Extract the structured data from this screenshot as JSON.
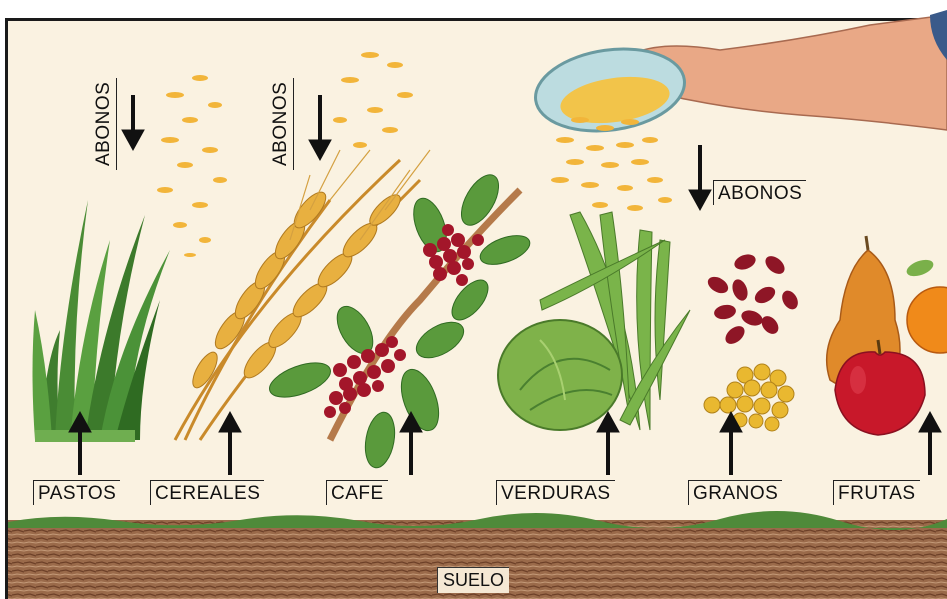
{
  "labels": {
    "abonos_1": "ABONOS",
    "abonos_2": "ABONOS",
    "abonos_3": "ABONOS",
    "pastos": "PASTOS",
    "cereales": "CEREALES",
    "cafe": "CAFE",
    "verduras": "VERDURAS",
    "granos": "GRANOS",
    "frutas": "FRUTAS",
    "suelo": "SUELO"
  },
  "colors": {
    "background": "#faf2e1",
    "soil": "#8b5a3c",
    "grass_strip": "#4f8a3a",
    "grass": "#3f7d2e",
    "wheat": "#e0a83a",
    "coffee_berry": "#a3162a",
    "leaf": "#5a9a3c",
    "cabbage": "#7fb24a",
    "beans_red": "#8e1626",
    "beans_yellow": "#e9b830",
    "pear": "#e08a2a",
    "apple": "#c8182a",
    "fertilizer": "#f2b53a",
    "arrow": "#111111"
  },
  "icons": [
    "grass-icon",
    "wheat-icon",
    "coffee-branch-icon",
    "cabbage-icon",
    "green-beans-icon",
    "red-beans-icon",
    "yellow-grains-icon",
    "pear-icon",
    "apple-icon",
    "orange-icon",
    "fertilizer-bowl-icon",
    "arm-icon"
  ]
}
